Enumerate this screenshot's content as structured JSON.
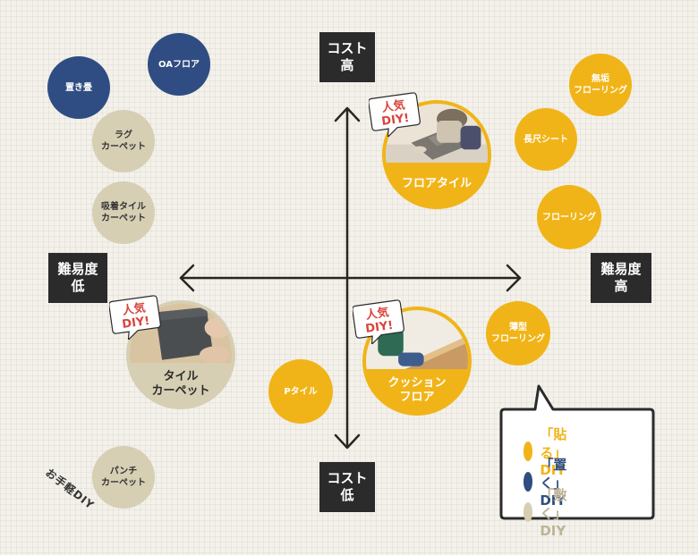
{
  "axes": {
    "top": {
      "line1": "コスト",
      "line2": "高"
    },
    "bottom": {
      "line1": "コスト",
      "line2": "低"
    },
    "left": {
      "line1": "難易度",
      "line2": "低"
    },
    "right": {
      "line1": "難易度",
      "line2": "高"
    }
  },
  "items": {
    "oa_floor": "OAフロア",
    "oki_tatami": "置き畳",
    "rug_carpet": "ラグ\nカーペット",
    "suchaku_tile_carpet": "吸着タイル\nカーペット",
    "muku_flooring": "無垢\nフローリング",
    "nagajaku_sheet": "長尺シート",
    "flooring": "フローリング",
    "usugata_flooring": "薄型\nフローリング",
    "p_tile": "Pタイル",
    "punch_carpet": "パンチ\nカーペット"
  },
  "featured": {
    "floor_tile": {
      "label": "フロアタイル",
      "badge": [
        "人気",
        "DIY!"
      ]
    },
    "tile_carpet": {
      "label": "タイル\nカーペット",
      "badge": [
        "人気",
        "DIY!"
      ]
    },
    "cushion_floor": {
      "label": "クッション\nフロア",
      "badge": [
        "人気",
        "DIY!"
      ]
    }
  },
  "otegaru": "お手軽DIY",
  "legend": [
    {
      "label": "「貼る」DIY",
      "color": "#f1b418"
    },
    {
      "label": "「置く」DIY",
      "color": "#2f4d82"
    },
    {
      "label": "「敷く」DIY",
      "color": "#d7cfb4"
    }
  ],
  "colors": {
    "yellow": "#f1b418",
    "navy": "#2f4d82",
    "beige": "#d7cfb4",
    "dark": "#2b2b2b",
    "badge_red": "#d9453d"
  }
}
